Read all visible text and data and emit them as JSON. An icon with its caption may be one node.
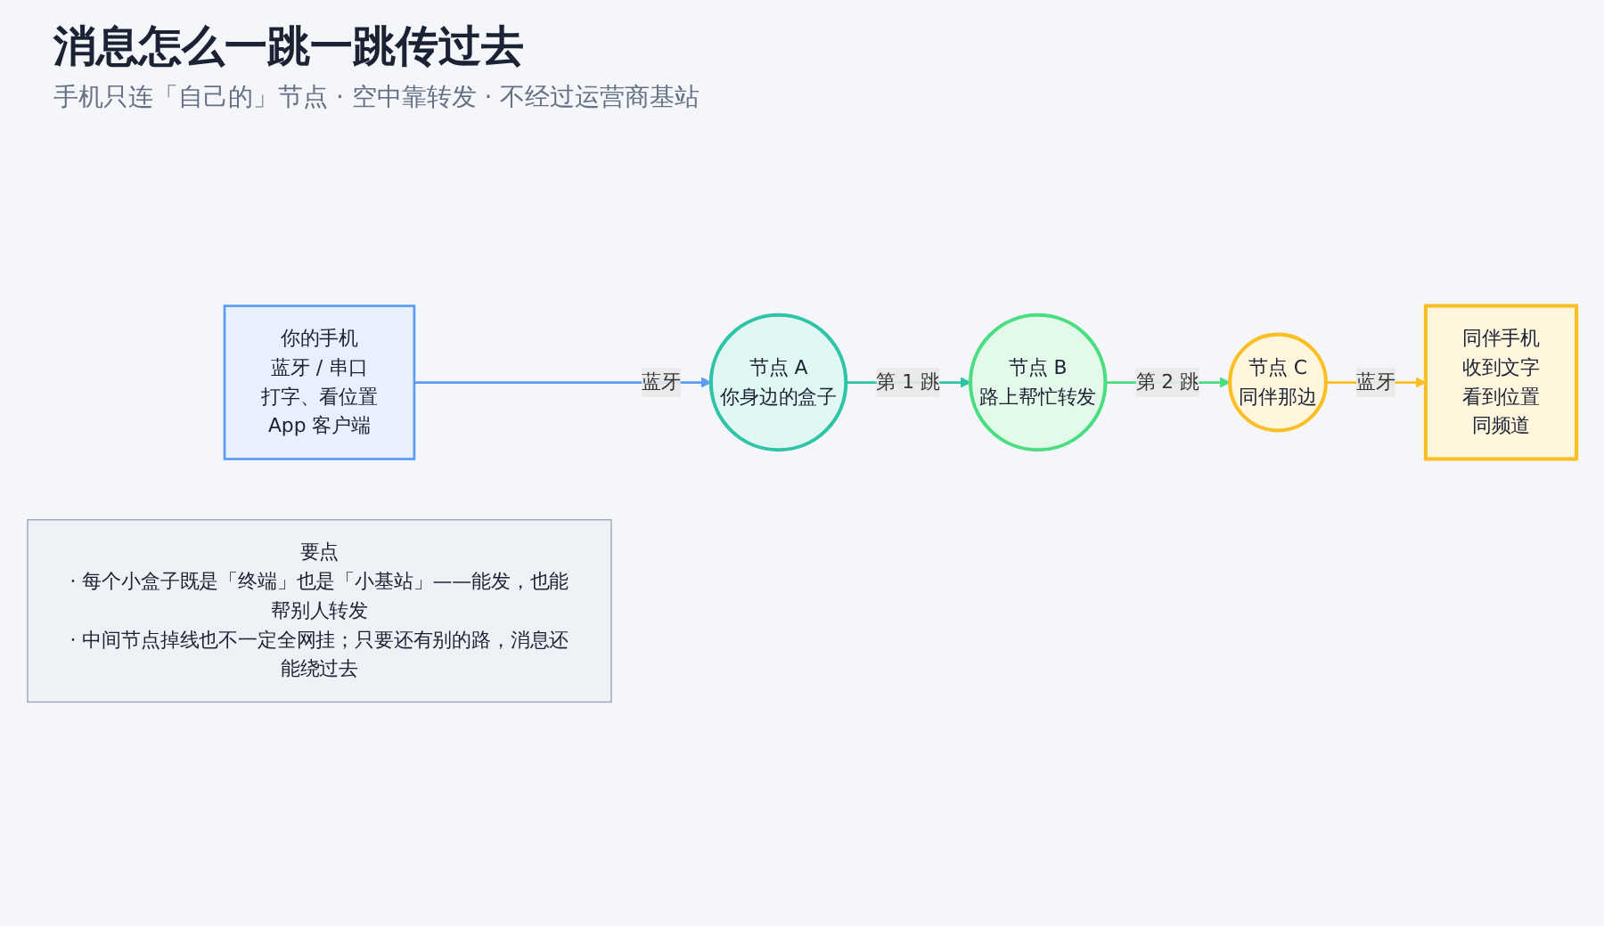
{
  "diagram": {
    "title": "消息怎么一跳一跳传过去",
    "caption": "手机只连「自己的」节点 · 空中靠转发 · 不经过运营商基站",
    "nodes": [
      {
        "text": [
          "你的手机",
          "蓝牙 / 串口",
          "打字、看位置",
          "App 客户端"
        ]
      },
      {
        "text": [
          "节点 A",
          "你身边的盒子"
        ]
      },
      {
        "text": [
          "节点 B",
          "路上帮忙转发"
        ]
      },
      {
        "text": [
          "节点 C",
          "同伴那边"
        ]
      },
      {
        "text": [
          "同伴手机",
          "收到文字",
          "看到位置",
          "同频道"
        ]
      },
      {
        "text": [
          "要点",
          "· 每个小盒子既是「终端」也是「小基站」——能发，也能帮别人转发",
          "· 中间节点掉线也不一定全网挂；只要还有别的路，消息还能绕过去"
        ]
      }
    ],
    "edges": [
      {
        "from": 0,
        "to": 1,
        "arrow": "to",
        "label": "蓝牙",
        "color": "#5b9cf5"
      },
      {
        "from": 1,
        "to": 2,
        "arrow": "to",
        "label": "第 1 跳",
        "color": "#2ec4a8"
      },
      {
        "from": 2,
        "to": 3,
        "arrow": "to",
        "label": "第 2 跳",
        "color": "#4ade80"
      },
      {
        "from": 3,
        "to": 4,
        "arrow": "to",
        "label": "蓝牙",
        "color": "#fbbf24"
      }
    ]
  }
}
